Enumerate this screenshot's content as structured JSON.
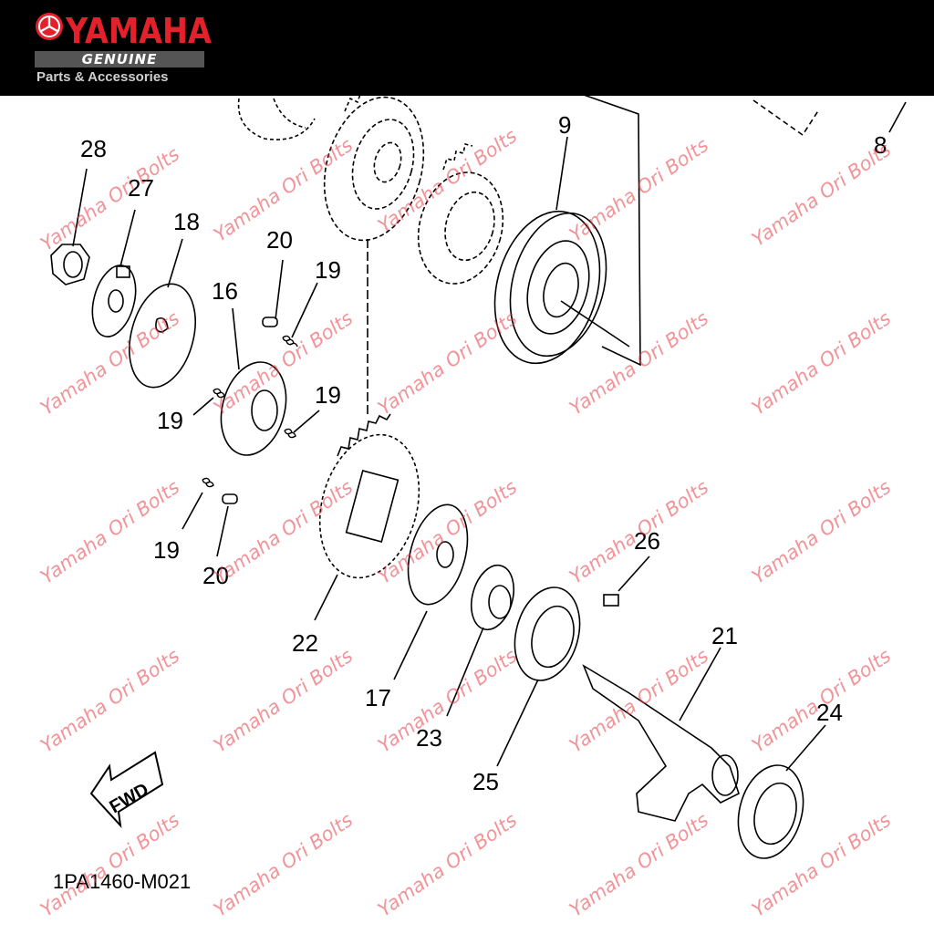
{
  "header": {
    "brand": "YAMAHA",
    "genuine": "GENUINE",
    "tagline": "Parts & Accessories",
    "brand_color": "#e4202a",
    "emblem_icon": "tuning-fork-emblem-icon"
  },
  "diagram_code": "1PA1460-M021",
  "fwd_label": "FWD",
  "callouts": [
    "28",
    "27",
    "18",
    "16",
    "20",
    "19",
    "19",
    "19",
    "19",
    "20",
    "9",
    "8",
    "22",
    "17",
    "23",
    "25",
    "26",
    "21",
    "24"
  ],
  "watermark": "Yamaha Ori Bolts"
}
